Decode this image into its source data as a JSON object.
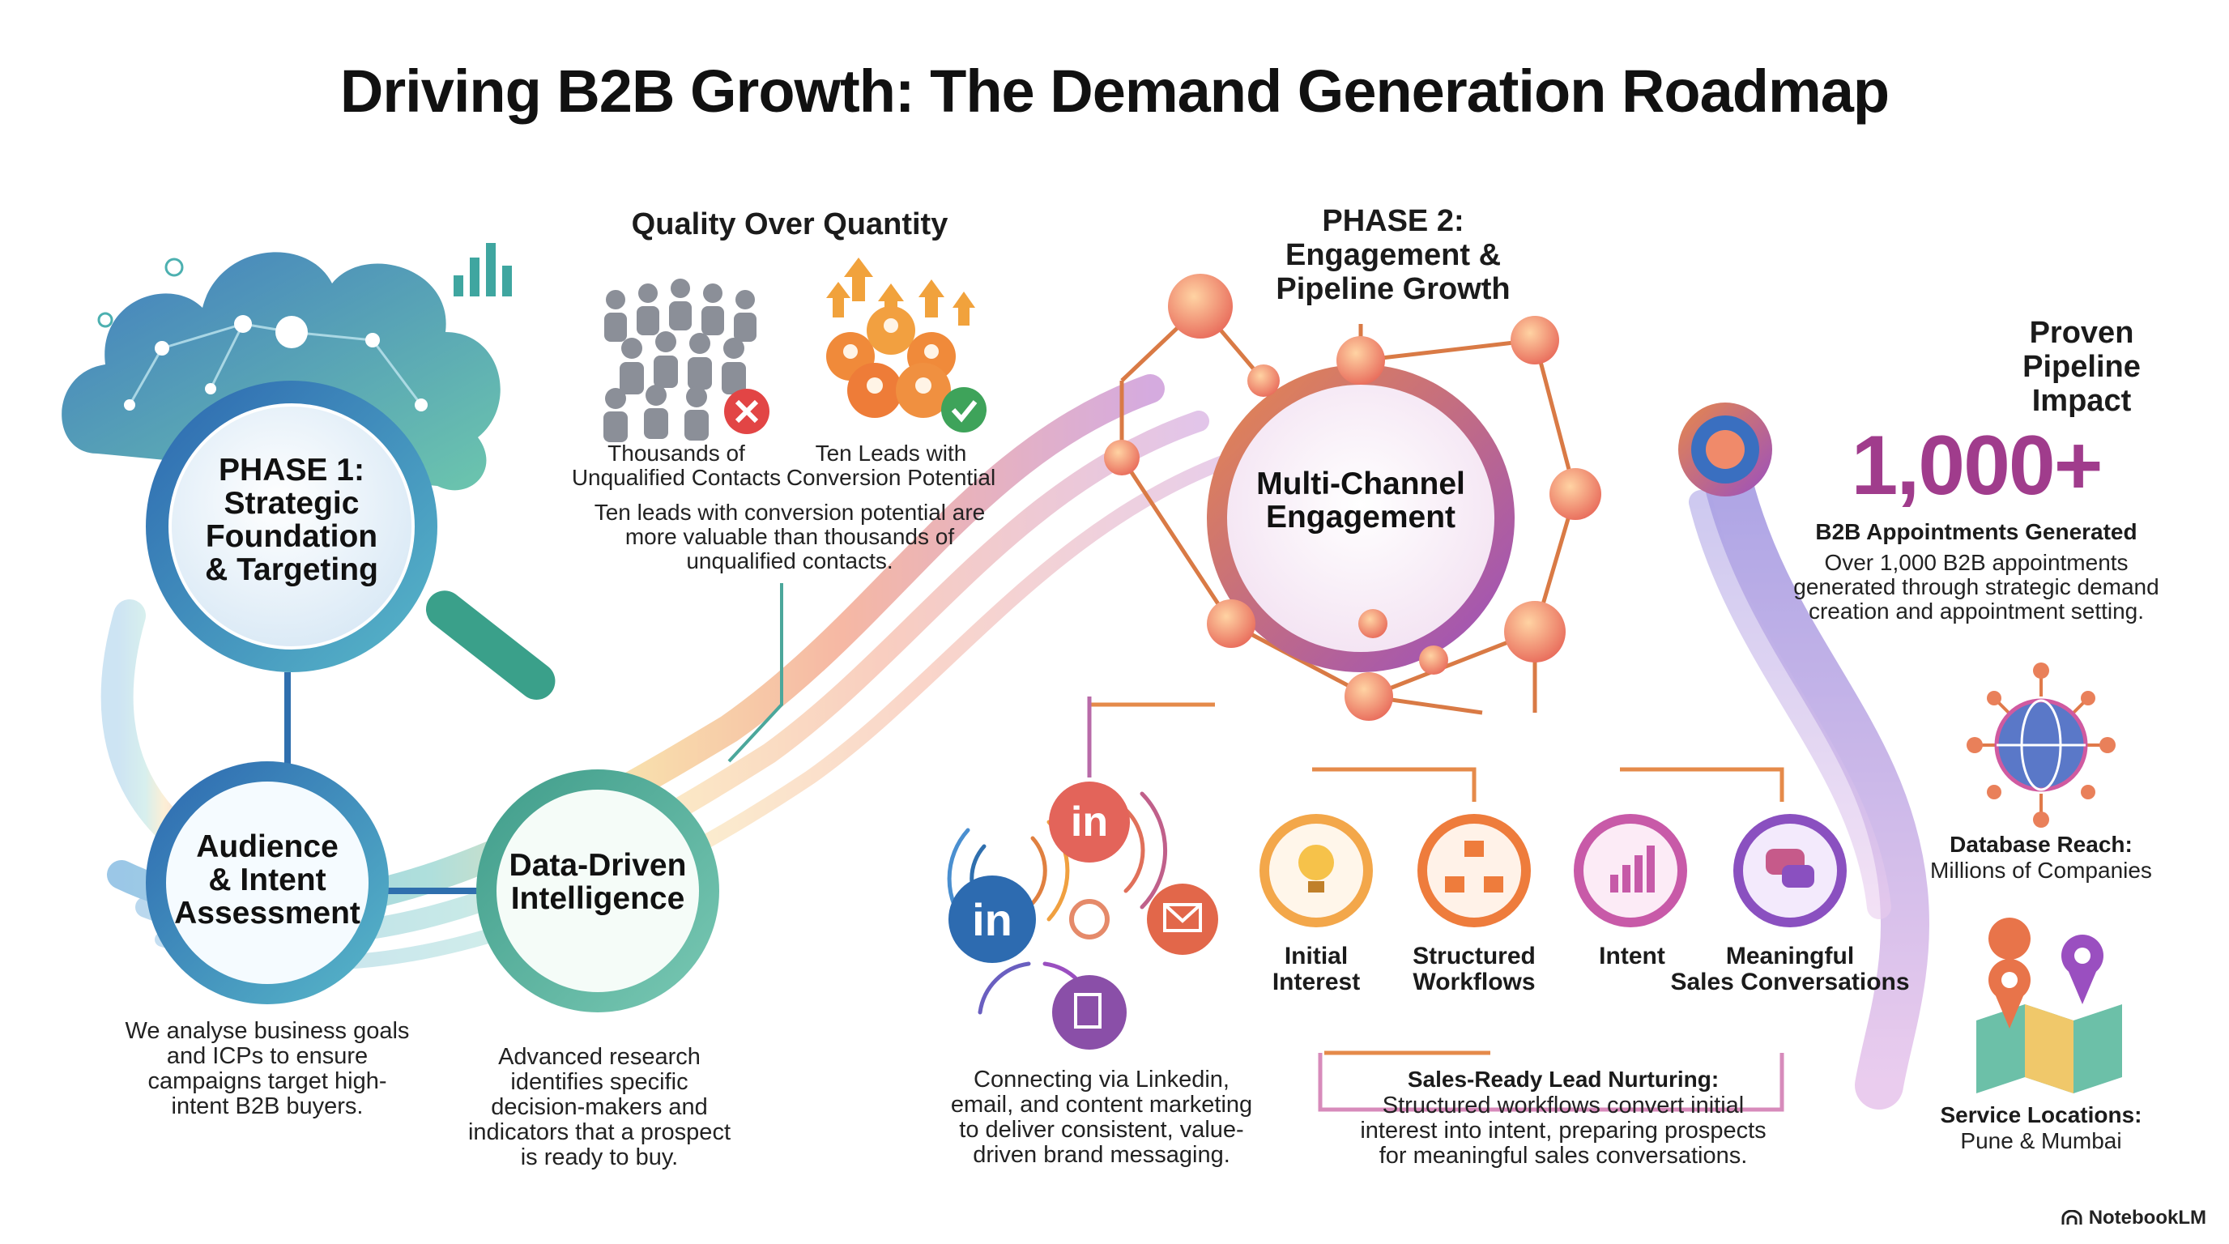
{
  "title": "Driving B2B Growth: The Demand Generation Roadmap",
  "phase1": {
    "label": "PHASE 1:\nStrategic\nFoundation\n& Targeting"
  },
  "audience": {
    "label": "Audience\n& Intent\nAssessment",
    "desc": "We analyse business goals\nand ICPs to ensure\ncampaigns target high-\nintent B2B buyers."
  },
  "data_driven": {
    "label": "Data-Driven\nIntelligence",
    "desc": "Advanced research\nidentifies specific\ndecision-makers and\nindicators that a prospect\nis ready to buy."
  },
  "quality": {
    "heading": "Quality Over Quantity",
    "left_caption": "Thousands of\nUnqualified Contacts",
    "right_caption": "Ten Leads with\nConversion Potential",
    "desc": "Ten leads with conversion potential are\nmore valuable than thousands of\nunqualified contacts."
  },
  "phase2": {
    "heading": "PHASE 2:\nEngagement &\nPipeline Growth",
    "hub_label": "Multi-Channel\nEngagement"
  },
  "channels": {
    "linkedin_label": "in",
    "desc": "Connecting via Linkedin,\nemail, and content marketing\nto deliver consistent, value-\ndriven brand messaging."
  },
  "nurture_steps": [
    {
      "label": "Initial\nInterest",
      "icon": "lightbulb-icon",
      "color": "#f0a040"
    },
    {
      "label": "Structured\nWorkflows",
      "icon": "workflow-icon",
      "color": "#ee7a3c"
    },
    {
      "label": "Intent",
      "icon": "bar-chart-icon",
      "color": "#c65aa8"
    },
    {
      "label": "Meaningful\nSales Conversations",
      "icon": "chat-icon",
      "color": "#8a4fc0"
    }
  ],
  "nurture": {
    "heading": "Sales-Ready Lead Nurturing:",
    "desc": "Structured workflows convert initial\ninterest into intent, preparing prospects\nfor meaningful sales conversations."
  },
  "impact": {
    "heading": "Proven\nPipeline\nImpact",
    "big_number": "1,000+",
    "big_label": "B2B Appointments Generated",
    "desc": "Over 1,000 B2B appointments\ngenerated through strategic demand\ncreation and appointment setting.",
    "db_title": "Database Reach:",
    "db_value": "Millions of Companies",
    "loc_title": "Service Locations:",
    "loc_value": "Pune & Mumbai"
  },
  "brand": "NotebookLM"
}
